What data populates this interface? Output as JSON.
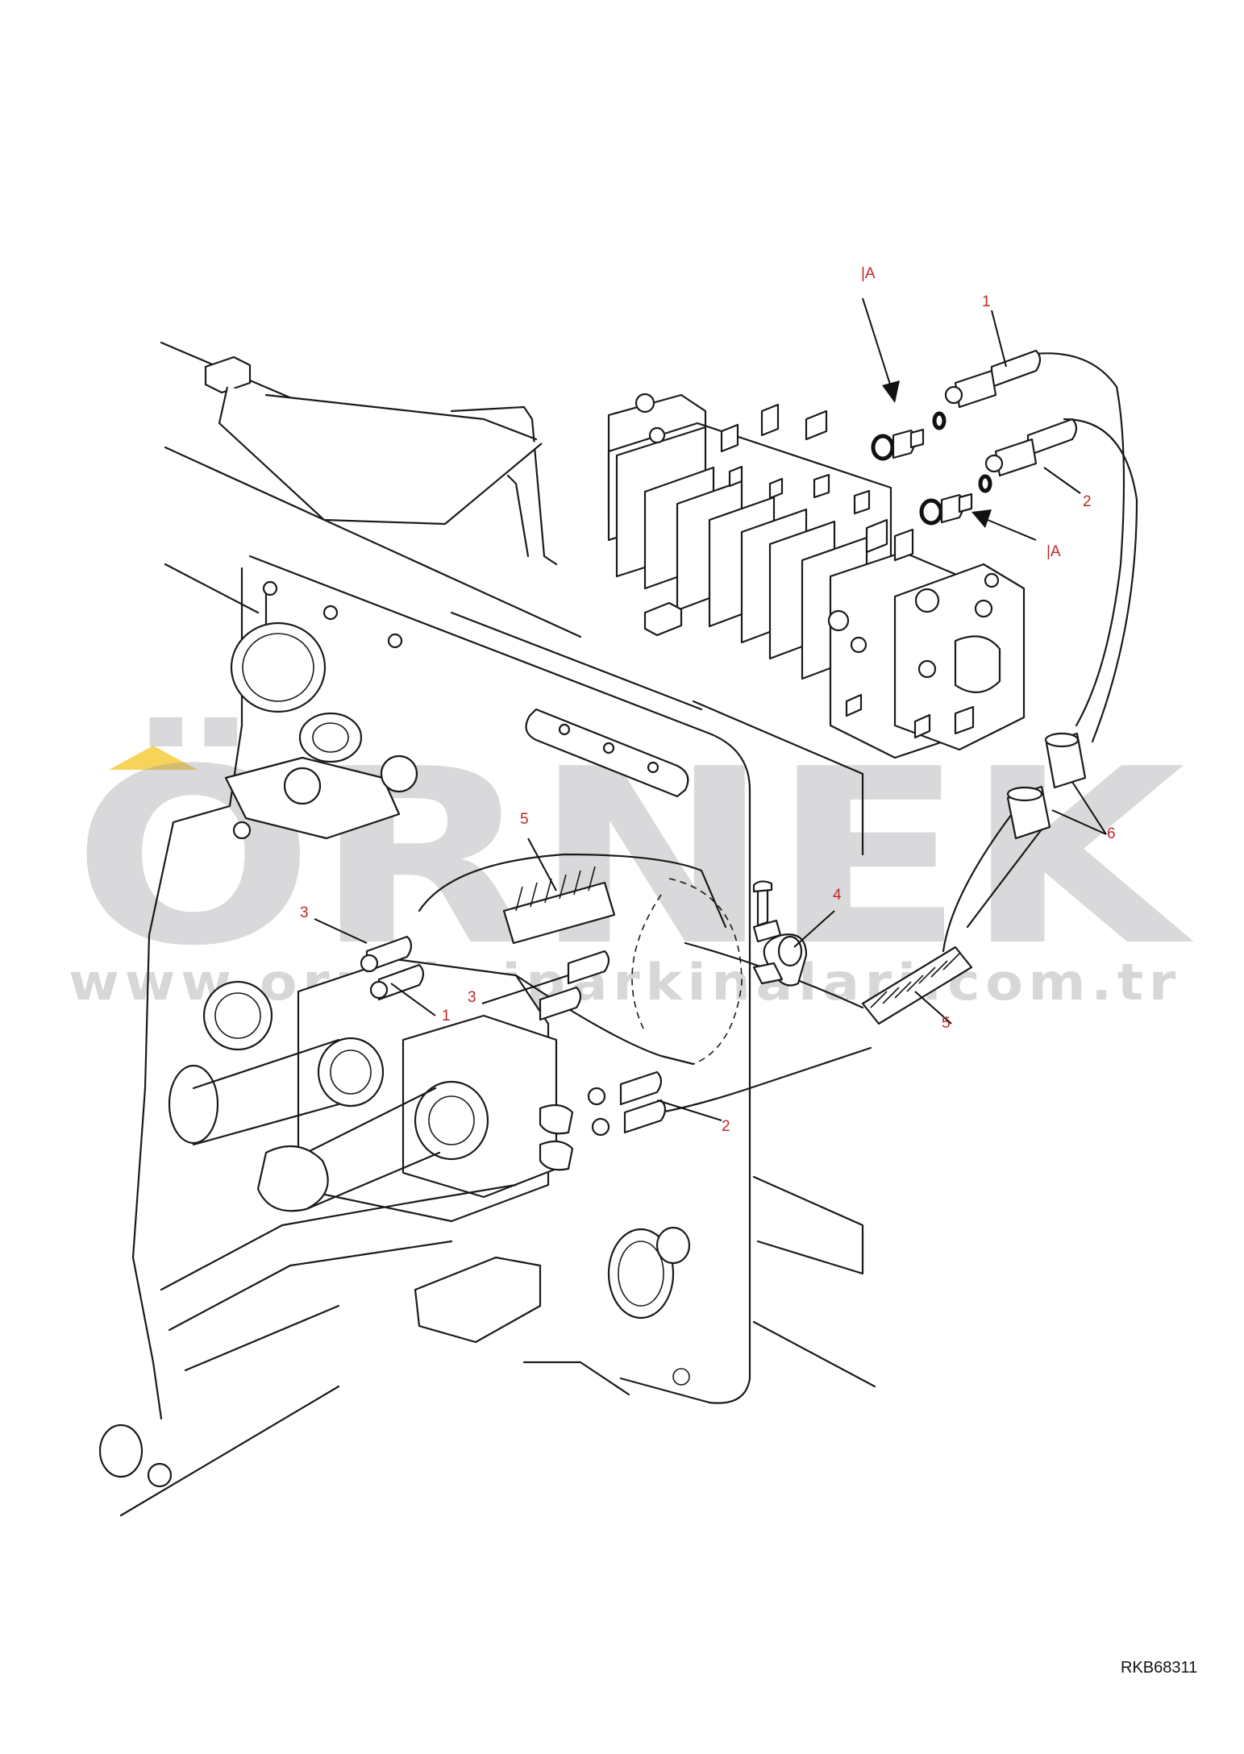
{
  "drawing_code": "RKB68311",
  "watermark": {
    "brand": "ÖRNEK",
    "url": "www.orneksiparkinalari.com.tr",
    "accent_color": "#f3c623"
  },
  "view_markers": [
    "|A",
    "|A"
  ],
  "callouts": [
    "1",
    "2",
    "3",
    "4",
    "5",
    "6",
    "1",
    "2",
    "3",
    "5"
  ],
  "colors": {
    "callout": "#c0262a",
    "linework": "#1a1a1a"
  }
}
